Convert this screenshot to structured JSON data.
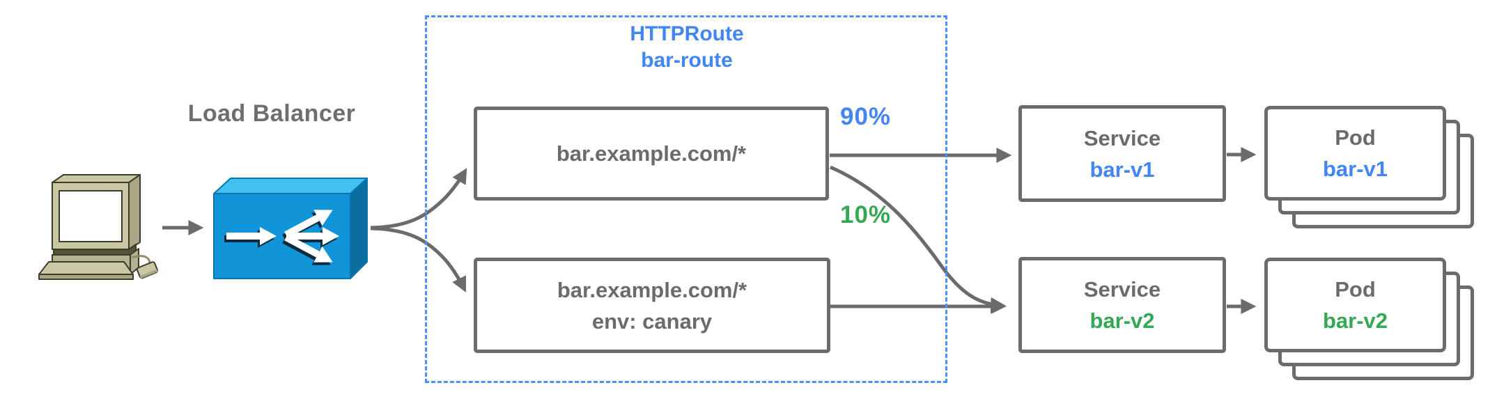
{
  "client": {
    "icon": "desktop-computer-icon"
  },
  "load_balancer": {
    "label": "Load Balancer",
    "icon": "load-balancer-icon"
  },
  "http_route": {
    "kind": "HTTPRoute",
    "name": "bar-route",
    "rules": [
      {
        "line1": "bar.example.com/*"
      },
      {
        "line1": "bar.example.com/*",
        "line2": "env: canary"
      }
    ]
  },
  "weights": {
    "primary": "90%",
    "canary": "10%"
  },
  "services": [
    {
      "type_label": "Service",
      "name": "bar-v1"
    },
    {
      "type_label": "Service",
      "name": "bar-v2"
    }
  ],
  "pods": [
    {
      "type_label": "Pod",
      "name": "bar-v1"
    },
    {
      "type_label": "Pod",
      "name": "bar-v2"
    }
  ],
  "colors": {
    "arrow_gray": "#6b6b6b",
    "text_gray": "#6e6e6e",
    "accent_blue": "#4285f4",
    "accent_green": "#34a853",
    "dashed_border_blue": "#4d8ef7",
    "lb_front": "#1295d8",
    "lb_top": "#3fc2f2",
    "lb_side": "#0b6e9e",
    "computer_beige": "#c9c7a4"
  }
}
